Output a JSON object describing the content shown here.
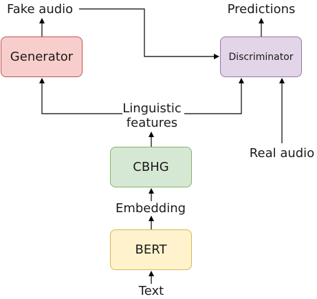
{
  "nodes": {
    "generator": {
      "label": "Generator",
      "fill": "#f8cecc",
      "stroke": "#b85450"
    },
    "discriminator": {
      "label": "Discriminator",
      "fill": "#e1d5e7",
      "stroke": "#9673a6"
    },
    "cbhg": {
      "label": "CBHG",
      "fill": "#d5e8d4",
      "stroke": "#82b366"
    },
    "bert": {
      "label": "BERT",
      "fill": "#fff2cc",
      "stroke": "#d6b656"
    }
  },
  "labels": {
    "fake_audio": "Fake audio",
    "predictions": "Predictions",
    "linguistic_line1": "Linguistic",
    "linguistic_line2": "features",
    "real_audio": "Real audio",
    "embedding": "Embedding",
    "text": "Text"
  },
  "colors": {
    "edge": "#000000"
  }
}
